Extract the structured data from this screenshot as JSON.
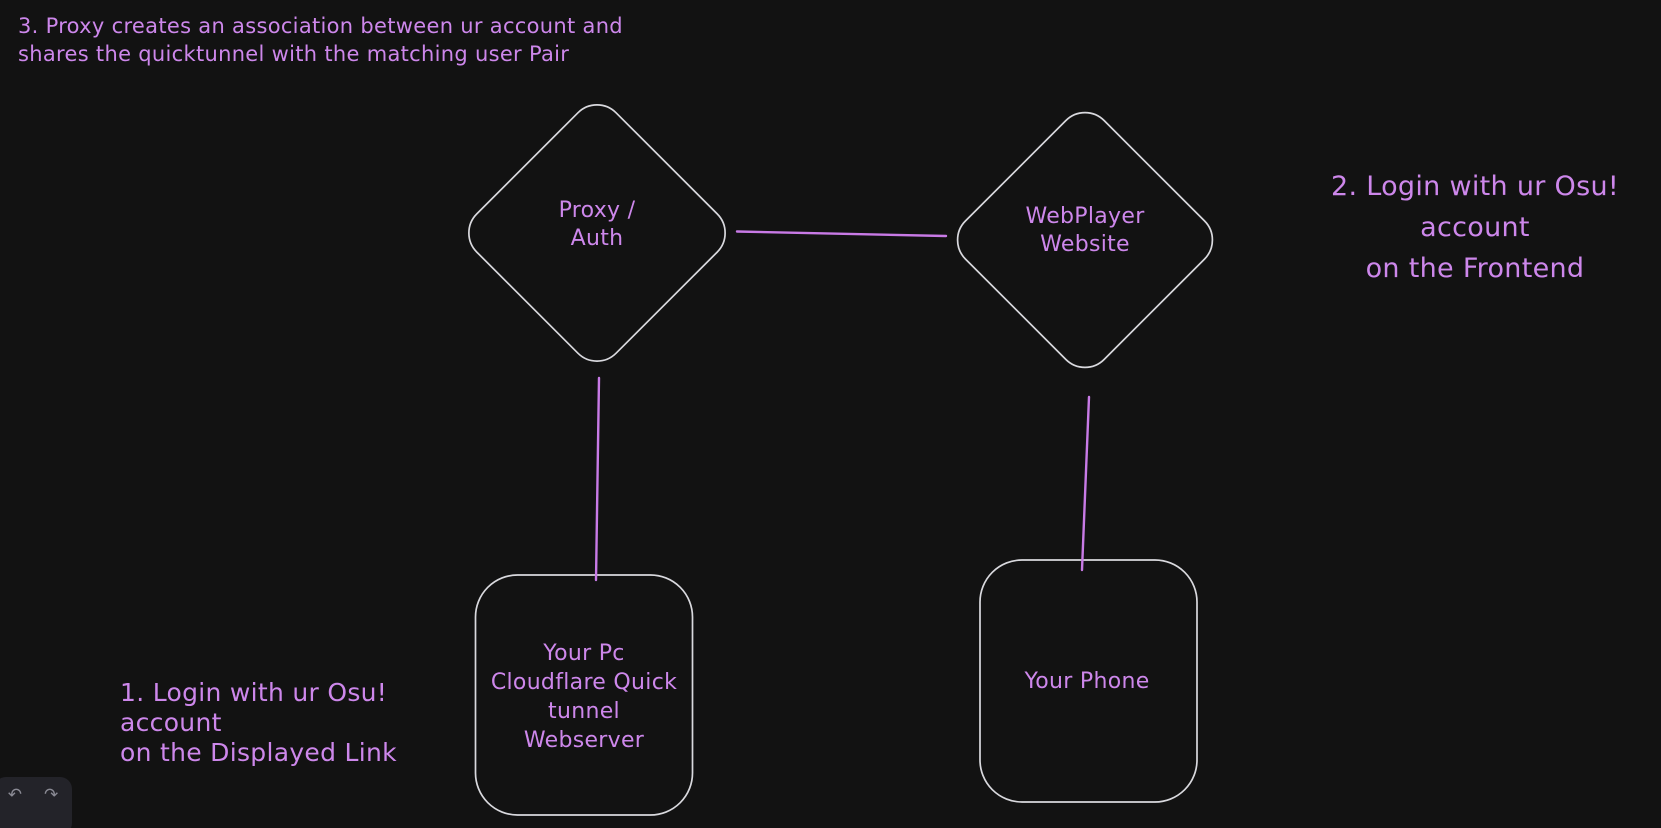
{
  "app": "whiteboard-canvas",
  "colors": {
    "background": "#121212",
    "ink_purple": "#cd87eb",
    "connector_purple": "#c87ae6",
    "shape_stroke": "#d9d9de",
    "panel_bg": "#232329",
    "panel_icon": "#8a8a94"
  },
  "notes": {
    "note3": "3. Proxy creates an association between ur account and\nshares the quicktunnel with the matching user Pair",
    "note2": "2. Login with ur Osu! account\non the Frontend",
    "note1": "1. Login with ur Osu! account\non the Displayed Link"
  },
  "shapes": {
    "proxy_auth_diamond": {
      "label": "Proxy /\nAuth"
    },
    "webplayer_diamond": {
      "label": "WebPlayer\nWebsite"
    },
    "pc_webserver_box": {
      "label": "Your Pc\nCloudflare Quick\ntunnel\nWebserver"
    },
    "phone_box": {
      "label": "Your Phone"
    }
  },
  "toolbar": {
    "undo_icon": "↶",
    "redo_icon": "↷"
  }
}
